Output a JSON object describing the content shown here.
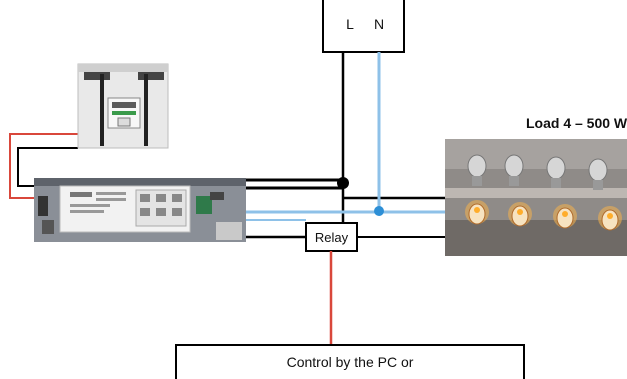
{
  "supply": {
    "phase_label": "L",
    "neutral_label": "N"
  },
  "relay": {
    "label": "Relay"
  },
  "load": {
    "label": "Load 4 – 500 W"
  },
  "control": {
    "label": "Control by the PC or"
  },
  "colors": {
    "line_wire": "#000000",
    "neutral_wire": "#8ec1e8",
    "control_wire": "#d9473b",
    "junction_neutral": "#2d8fd6"
  },
  "icons": {
    "meter_photo": "energy-meter-photo-icon",
    "driver_photo": "ballast-driver-photo-icon",
    "lamp_bank_photo": "lamp-bank-photo-icon"
  }
}
